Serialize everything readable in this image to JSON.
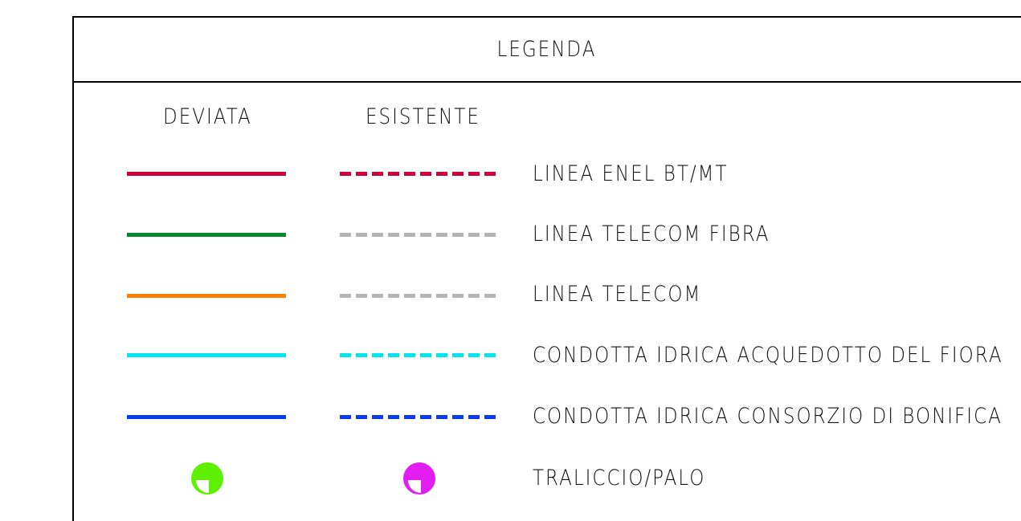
{
  "title": "LEGENDA",
  "columns": {
    "deviated": "DEVIATA",
    "existing": "ESISTENTE"
  },
  "rows": [
    {
      "label": "LINEA ENEL BT/MT",
      "deviated_color": "#d2003a",
      "existing_color": "#d2003a"
    },
    {
      "label": "LINEA TELECOM FIBRA",
      "deviated_color": "#008a2a",
      "existing_color": "#b4b4b4"
    },
    {
      "label": "LINEA TELECOM",
      "deviated_color": "#ff7f00",
      "existing_color": "#b4b4b4"
    },
    {
      "label": "CONDOTTA IDRICA ACQUEDOTTO DEL FIORA",
      "deviated_color": "#00e5ee",
      "existing_color": "#00e5ee"
    },
    {
      "label": "CONDOTTA IDRICA CONSORZIO DI BONIFICA",
      "deviated_color": "#0a3cf0",
      "existing_color": "#0a3cf0"
    }
  ],
  "symbol_row": {
    "label": "TRALICCIO/PALO",
    "deviated_icon": "pylon-symbol-icon",
    "deviated_color": "#5ef000",
    "existing_icon": "pylon-symbol-icon",
    "existing_color": "#e21ef0"
  }
}
